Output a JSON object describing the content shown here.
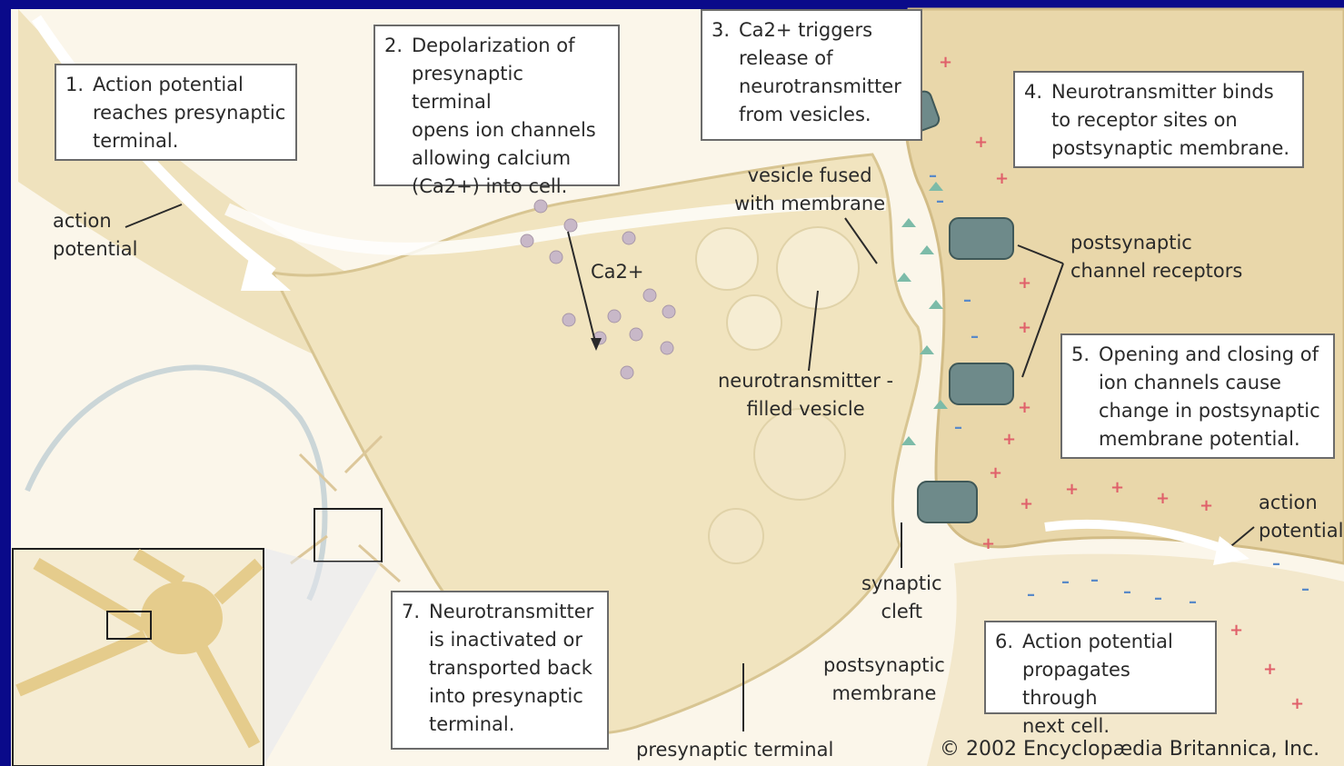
{
  "steps": [
    {
      "id": "step-1",
      "num": "1.",
      "lines": [
        "Action potential",
        "reaches presynaptic",
        "terminal."
      ]
    },
    {
      "id": "step-2",
      "num": "2.",
      "lines": [
        "Depolarization of",
        "presynaptic terminal",
        "opens ion channels",
        "allowing calcium",
        "(Ca2+) into cell."
      ]
    },
    {
      "id": "step-3",
      "num": "3.",
      "lines": [
        "Ca2+ triggers",
        "release of",
        "neurotransmitter",
        "from vesicles."
      ]
    },
    {
      "id": "step-4",
      "num": "4.",
      "lines": [
        "Neurotransmitter binds",
        "to receptor sites on",
        "postsynaptic membrane."
      ]
    },
    {
      "id": "step-5",
      "num": "5.",
      "lines": [
        "Opening and closing of",
        "ion channels cause",
        "change in postsynaptic",
        "membrane potential."
      ]
    },
    {
      "id": "step-6",
      "num": "6.",
      "lines": [
        "Action potential",
        "propagates through",
        "next cell."
      ]
    },
    {
      "id": "step-7",
      "num": "7.",
      "lines": [
        "Neurotransmitter",
        "is inactivated or",
        "transported back",
        "into presynaptic",
        "terminal."
      ]
    }
  ],
  "labels": {
    "action_potential_left": [
      "action",
      "potential"
    ],
    "ca2": "Ca2+",
    "vesicle_fused": [
      "vesicle fused",
      "with membrane"
    ],
    "nt_vesicle": [
      "neurotransmitter -",
      "filled vesicle"
    ],
    "postsynaptic_receptors": [
      "postsynaptic",
      "channel receptors"
    ],
    "synaptic_cleft": [
      "synaptic",
      "cleft"
    ],
    "postsynaptic_membrane": [
      "postsynaptic",
      "membrane"
    ],
    "presynaptic_terminal": "presynaptic terminal",
    "action_potential_right": [
      "action",
      "potential"
    ]
  },
  "copyright": "© 2002 Encyclopædia Britannica, Inc.",
  "colors": {
    "frame": "#0a0a8a",
    "background": "#fbf6ea",
    "membrane": "#f1e4bf",
    "plus_ion": "#e0606a",
    "minus_ion": "#5a8ac8"
  }
}
